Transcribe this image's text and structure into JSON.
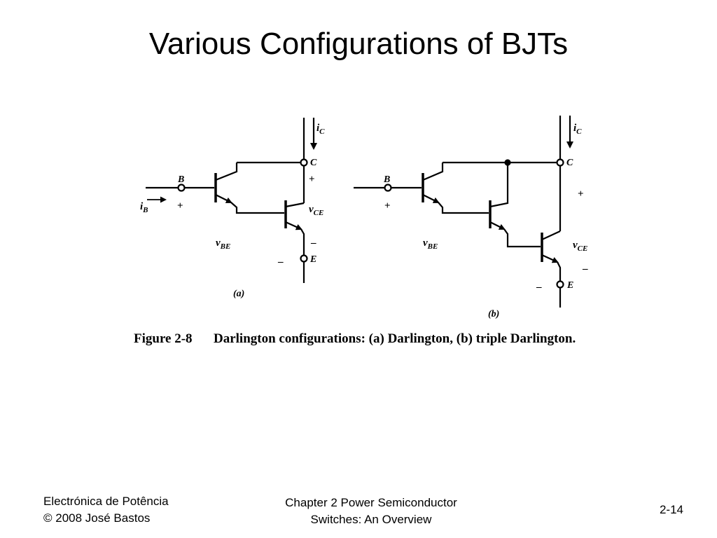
{
  "slide": {
    "title": "Various Configurations of BJTs"
  },
  "figure": {
    "diagram_a": {
      "collector_current": "i",
      "collector_current_sub": "C",
      "collector_terminal": "C",
      "base_terminal": "B",
      "emitter_terminal": "E",
      "base_current": "i",
      "base_current_sub": "B",
      "vbe": "v",
      "vbe_sub": "BE",
      "vce": "v",
      "vce_sub": "CE",
      "plus": "+",
      "minus": "–",
      "panel_label": "(a)"
    },
    "diagram_b": {
      "collector_current": "i",
      "collector_current_sub": "C",
      "collector_terminal": "C",
      "base_terminal": "B",
      "emitter_terminal": "E",
      "vbe": "v",
      "vbe_sub": "BE",
      "vce": "v",
      "vce_sub": "CE",
      "plus": "+",
      "minus": "–",
      "panel_label": "(b)"
    },
    "caption_number": "Figure 2-8",
    "caption_text": "Darlington configurations: (a) Darlington, (b) triple Darlington."
  },
  "footer": {
    "left_line1": "Electrónica de Potência",
    "left_line2": "© 2008 José Bastos",
    "center_line1": "Chapter 2 Power Semiconductor",
    "center_line2": "Switches: An Overview",
    "page_number": "2-14"
  }
}
